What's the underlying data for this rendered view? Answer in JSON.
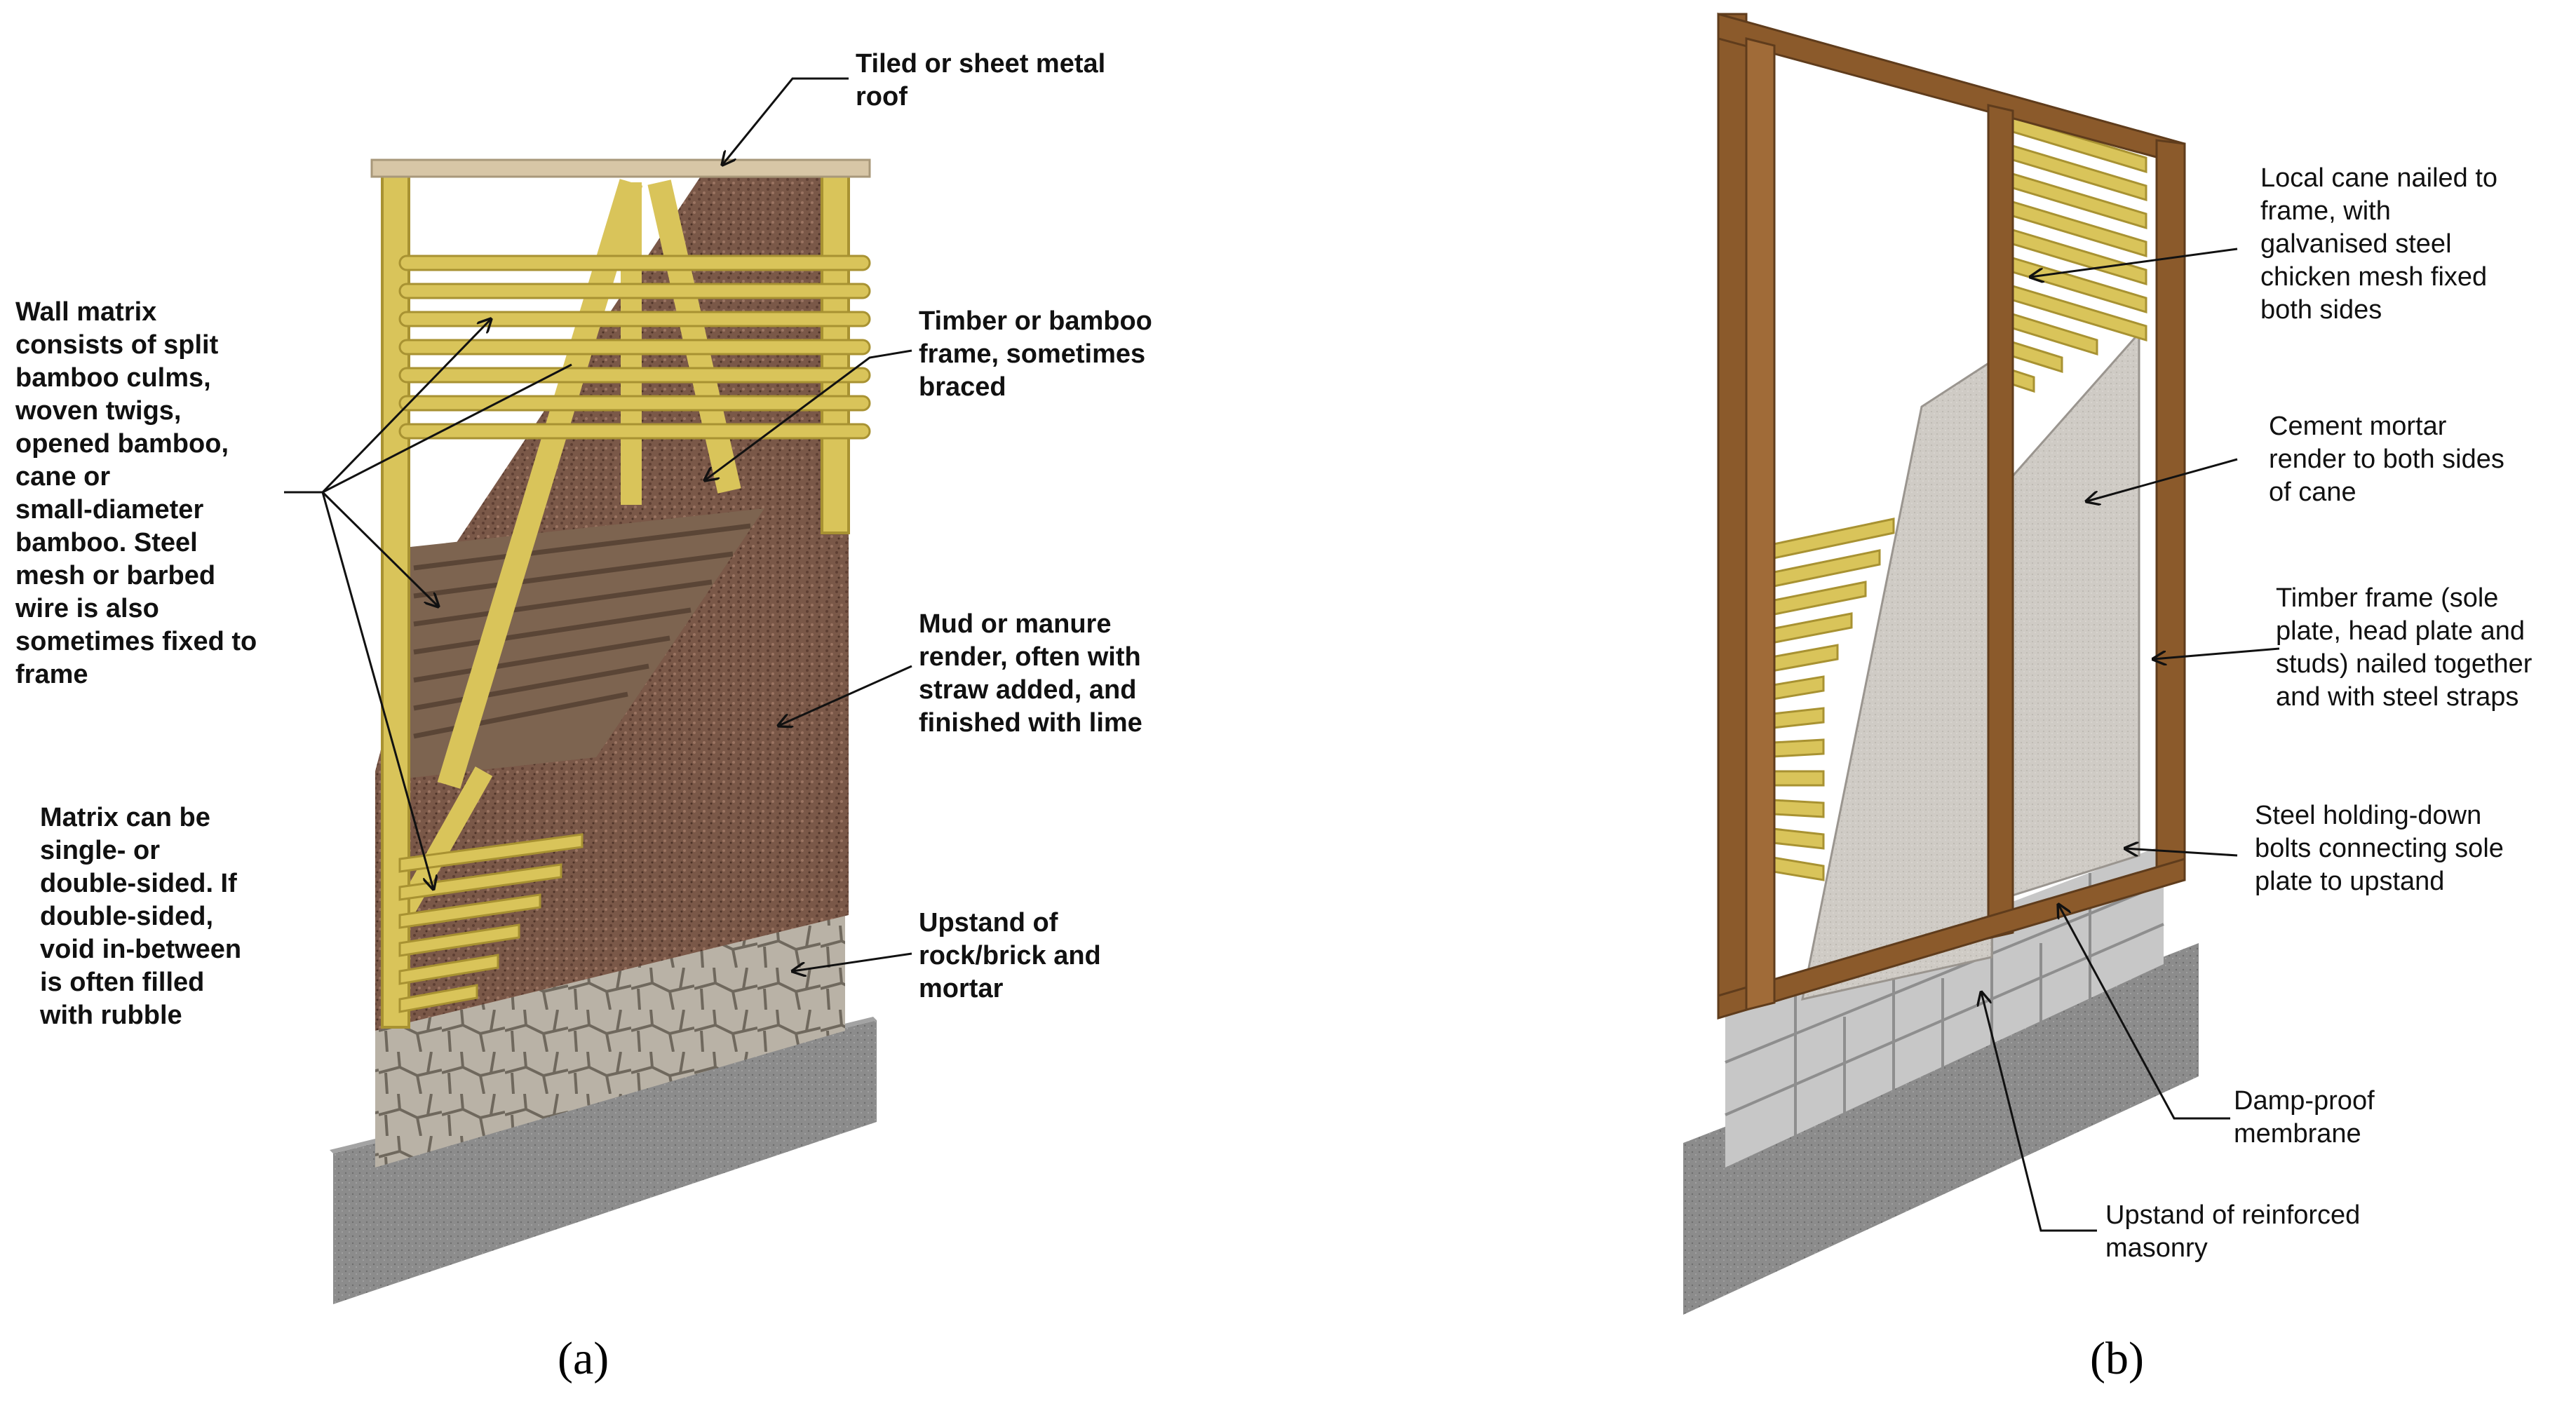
{
  "panel_a": {
    "caption": "(a)",
    "labels": {
      "roof": "Tiled or sheet metal\nroof",
      "frame": "Timber or bamboo\nframe, sometimes\nbraced",
      "matrix": "Wall matrix\nconsists of split\nbamboo culms,\nwoven twigs,\nopened bamboo,\ncane or\nsmall-diameter\nbamboo. Steel\nmesh or barbed\nwire is also\nsometimes fixed to\nframe",
      "render": "Mud or manure\nrender, often with\nstraw added, and\nfinished with lime",
      "sided": "Matrix can be\nsingle- or\ndouble-sided. If\ndouble-sided,\nvoid in-between\nis often filled\nwith rubble",
      "upstand": "Upstand of\nrock/brick and\nmortar"
    }
  },
  "panel_b": {
    "caption": "(b)",
    "labels": {
      "cane": "Local cane nailed to\nframe, with\ngalvanised steel\nchicken mesh fixed\nboth sides",
      "mortar": "Cement mortar\nrender to both sides\nof cane",
      "timber": "Timber frame (sole\nplate, head plate and\nstuds) nailed together\nand with steel straps",
      "bolts": "Steel holding-down\nbolts connecting sole\nplate to upstand",
      "dpm": "Damp-proof\nmembrane",
      "masonry": "Upstand of reinforced\nmasonry"
    }
  },
  "colors": {
    "bamboo": "#d9c45a",
    "bamboo_dark": "#a89232",
    "mud": "#7a5848",
    "stone": "#b9b2a6",
    "concrete": "#8c8c8c",
    "timber": "#8b5a2b",
    "mortar": "#c9c5bf",
    "block": "#c4c4c4"
  }
}
